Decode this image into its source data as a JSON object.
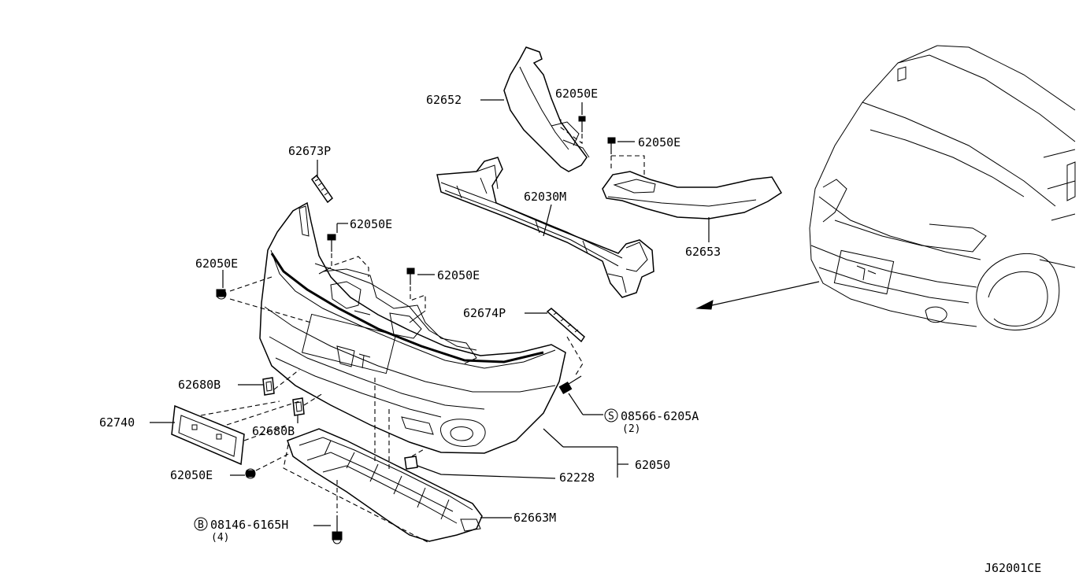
{
  "diagram": {
    "code": "J62001CE",
    "labels": {
      "p62652": "62652",
      "p62050E_a": "62050E",
      "p62050E_b": "62050E",
      "p62673P": "62673P",
      "p62030M": "62030M",
      "p62050E_c": "62050E",
      "p62050E_d": "62050E",
      "p62050E_e": "62050E",
      "p62653": "62653",
      "p62674P": "62674P",
      "p62680B_a": "62680B",
      "p62740": "62740",
      "p62680B_b": "62680B",
      "p08566": "08566-6205A",
      "p08566_qty": "(2)",
      "p62050": "62050",
      "p62228": "62228",
      "p62050E_f": "62050E",
      "p62663M": "62663M",
      "p08146": "08146-6165H",
      "p08146_qty": "(4)",
      "badge_s": "S",
      "badge_b": "B"
    }
  }
}
